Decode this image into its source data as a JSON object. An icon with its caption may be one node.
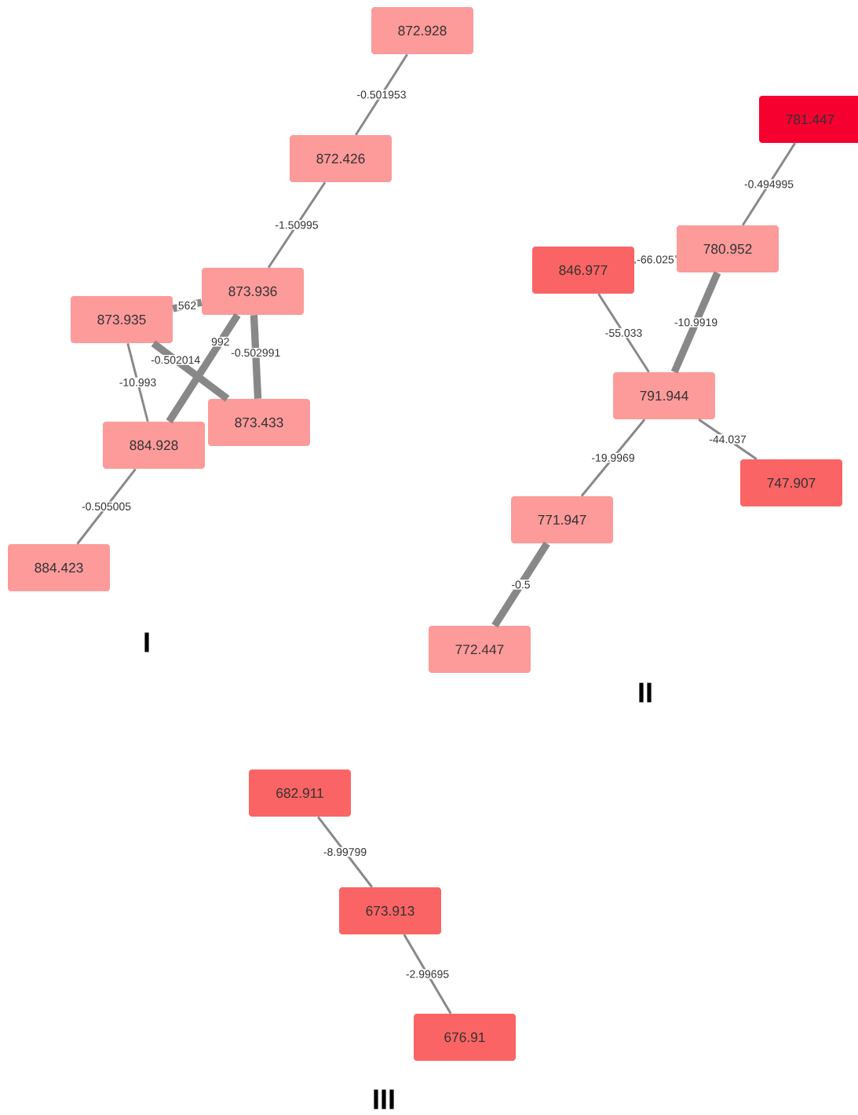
{
  "diagram": {
    "nodes": [
      {
        "text": [
          "872.928"
        ]
      },
      {
        "text": [
          "872.426"
        ]
      },
      {
        "text": [
          "873.936"
        ]
      },
      {
        "text": [
          "873.935"
        ]
      },
      {
        "text": [
          "873.433"
        ]
      },
      {
        "text": [
          "884.928"
        ]
      },
      {
        "text": [
          "884.423"
        ]
      },
      {
        "text": [
          "781.447"
        ]
      },
      {
        "text": [
          "846.977"
        ]
      },
      {
        "text": [
          "780.952"
        ]
      },
      {
        "text": [
          "791.944"
        ]
      },
      {
        "text": [
          "747.907"
        ]
      },
      {
        "text": [
          "771.947"
        ]
      },
      {
        "text": [
          "772.447"
        ]
      },
      {
        "text": [
          "682.911"
        ]
      },
      {
        "text": [
          "673.913"
        ]
      },
      {
        "text": [
          "676.91"
        ]
      }
    ],
    "edges": [
      {
        "from": 0,
        "to": 1,
        "arrow": "none",
        "label": "-0.501953"
      },
      {
        "from": 1,
        "to": 2,
        "arrow": "none",
        "label": "-1.50995"
      },
      {
        "from": 3,
        "to": 2,
        "arrow": "none",
        "label": "562",
        "style": "thick"
      },
      {
        "from": 3,
        "to": 4,
        "arrow": "none",
        "label": "-0.502014",
        "style": "thick"
      },
      {
        "from": 5,
        "to": 2,
        "arrow": "none",
        "label": "992",
        "style": "thick"
      },
      {
        "from": 2,
        "to": 4,
        "arrow": "none",
        "label": "-0.502991",
        "style": "thick"
      },
      {
        "from": 3,
        "to": 5,
        "arrow": "none",
        "label": "-10.993"
      },
      {
        "from": 5,
        "to": 6,
        "arrow": "none",
        "label": "-0.505005"
      },
      {
        "from": 7,
        "to": 9,
        "arrow": "none",
        "label": "-0.494995"
      },
      {
        "from": 8,
        "to": 9,
        "arrow": "none",
        "label": "-66.025"
      },
      {
        "from": 9,
        "to": 10,
        "arrow": "none",
        "label": "-10.9919",
        "style": "thick"
      },
      {
        "from": 8,
        "to": 10,
        "arrow": "none",
        "label": "-55.033"
      },
      {
        "from": 10,
        "to": 11,
        "arrow": "none",
        "label": "-44.037"
      },
      {
        "from": 10,
        "to": 12,
        "arrow": "none",
        "label": "-19.9969"
      },
      {
        "from": 12,
        "to": 13,
        "arrow": "none",
        "label": "-0.5",
        "style": "thick"
      },
      {
        "from": 14,
        "to": 15,
        "arrow": "none",
        "label": "-8.99799"
      },
      {
        "from": 15,
        "to": 16,
        "arrow": "none",
        "label": "-2.99695"
      }
    ],
    "labels": [
      "I",
      "II",
      "III"
    ]
  }
}
